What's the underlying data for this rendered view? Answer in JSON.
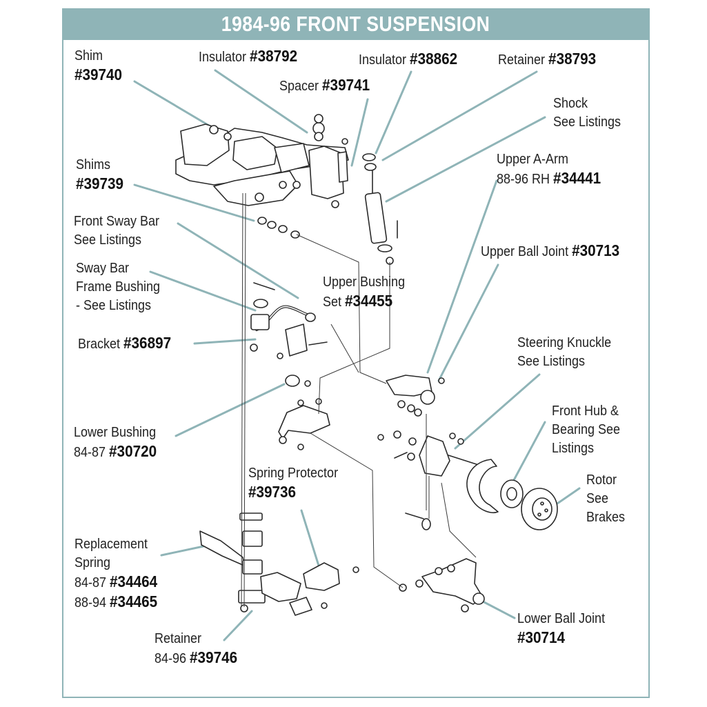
{
  "title": "1984-96 FRONT SUSPENSION",
  "colors": {
    "banner": "#8fb4b7",
    "leader": "#8fb4b7",
    "line_art": "#2a2a2a"
  },
  "callouts": {
    "shim": {
      "name": "Shim",
      "part": "#39740"
    },
    "insulator_1": {
      "name": "Insulator",
      "part": "#38792"
    },
    "insulator_2": {
      "name": "Insulator",
      "part": "#38862"
    },
    "retainer_top": {
      "name": "Retainer",
      "part": "#38793"
    },
    "spacer": {
      "name": "Spacer",
      "part": "#39741"
    },
    "shock": {
      "line1": "Shock",
      "line2": "See Listings"
    },
    "upper_a_arm": {
      "line1": "Upper A-Arm",
      "prefix": "88-96 RH",
      "part": "#34441"
    },
    "shims": {
      "name": "Shims",
      "part": "#39739"
    },
    "front_sway_bar": {
      "line1": "Front Sway Bar",
      "line2": "See Listings"
    },
    "upper_ball_joint": {
      "name": "Upper Ball Joint",
      "part": "#30713"
    },
    "sway_bar_bushing": {
      "line1": "Sway Bar",
      "line2": "Frame Bushing",
      "line3": "- See Listings"
    },
    "upper_bushing": {
      "line1": "Upper Bushing",
      "prefix": "Set",
      "part": "#34455"
    },
    "bracket": {
      "name": "Bracket",
      "part": "#36897"
    },
    "steering_knuckle": {
      "line1": "Steering Knuckle",
      "line2": "See Listings"
    },
    "front_hub": {
      "line1": "Front Hub &",
      "line2": "Bearing See",
      "line3": "Listings"
    },
    "lower_bushing": {
      "line1": "Lower Bushing",
      "prefix": "84-87",
      "part": "#30720"
    },
    "rotor": {
      "line1": "Rotor",
      "line2": "See",
      "line3": "Brakes"
    },
    "spring_protector": {
      "line1": "Spring Protector",
      "part": "#39736"
    },
    "replacement_spring": {
      "line1": "Replacement",
      "line2": "Spring",
      "prefix1": "84-87",
      "part1": "#34464",
      "prefix2": "88-94",
      "part2": "#34465"
    },
    "lower_ball_joint": {
      "line1": "Lower Ball Joint",
      "part": "#30714"
    },
    "retainer_bottom": {
      "line1": "Retainer",
      "prefix": "84-96",
      "part": "#39746"
    }
  }
}
